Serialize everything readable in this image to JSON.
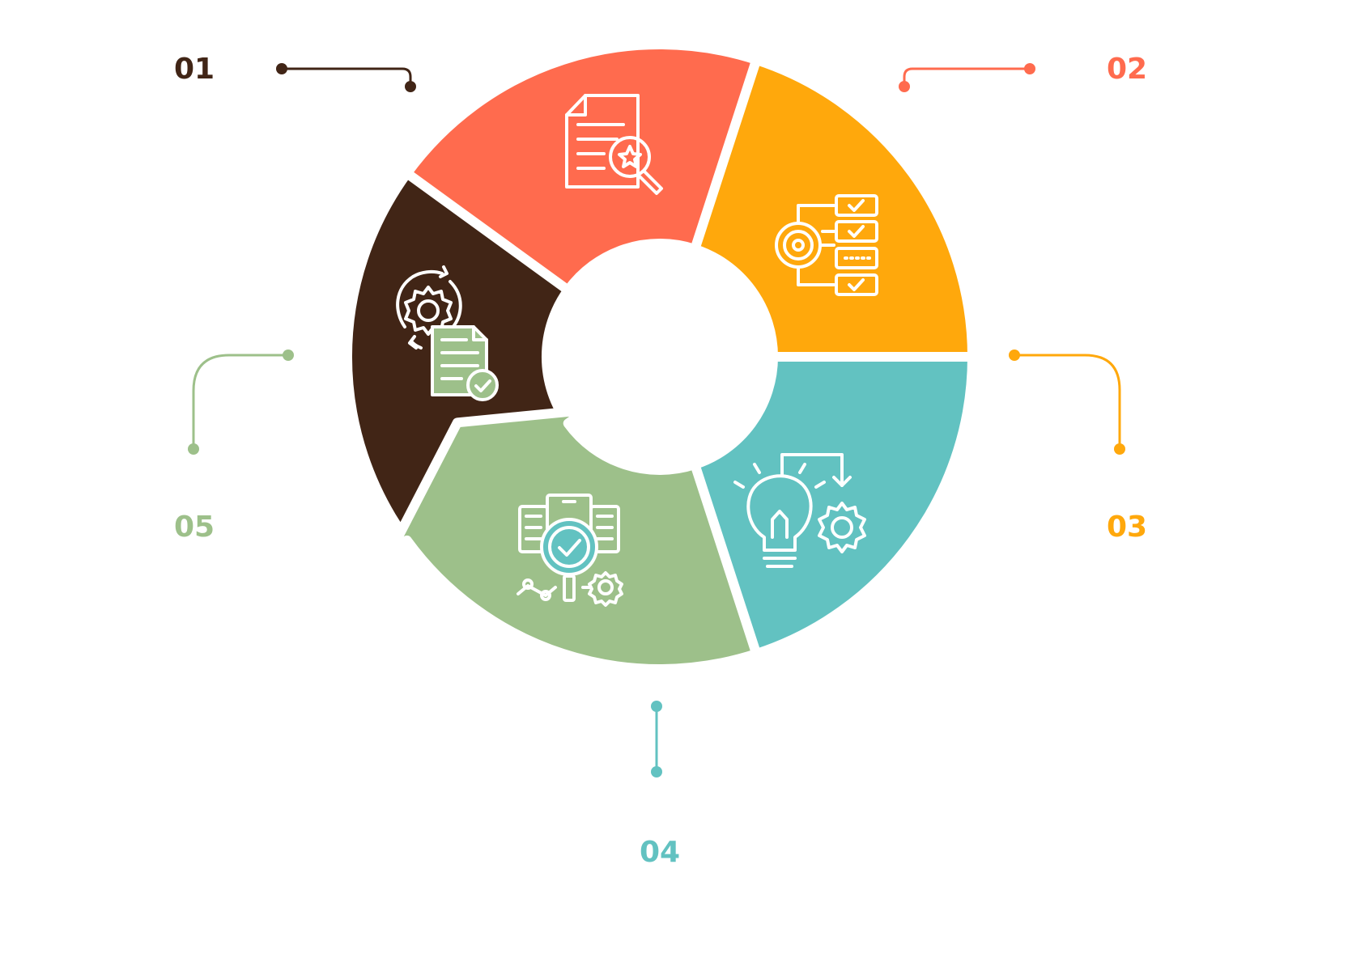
{
  "colors": {
    "background": "#ffffff",
    "step1": "#412516",
    "step2": "#FF6B4E",
    "step3": "#FFA80C",
    "step4": "#62C2C1",
    "step5": "#9DC08A",
    "separator": "#ffffff"
  },
  "steps": [
    {
      "number": "01",
      "icon": "document-search-icon"
    },
    {
      "number": "02",
      "icon": "goal-checklist-icon"
    },
    {
      "number": "03",
      "icon": "idea-gear-icon"
    },
    {
      "number": "04",
      "icon": "data-analysis-icon"
    },
    {
      "number": "05",
      "icon": "document-process-icon"
    }
  ]
}
